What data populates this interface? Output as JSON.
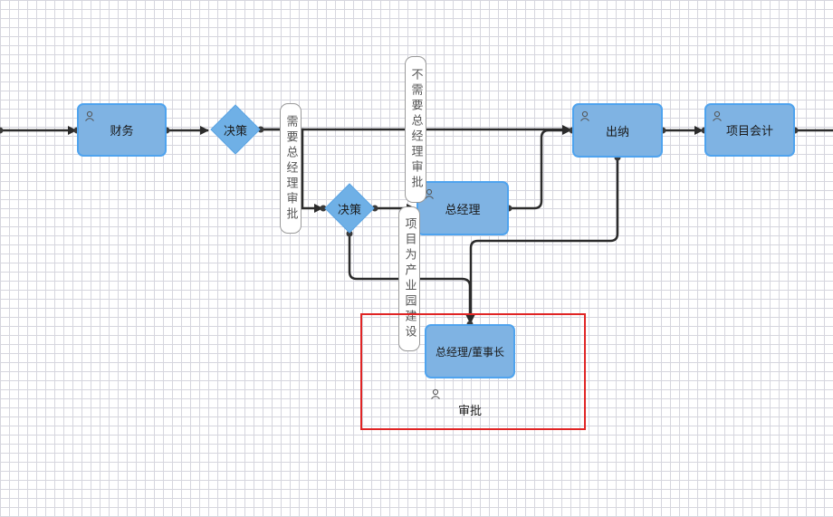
{
  "nodes": {
    "finance": "财务",
    "decision1": "决策",
    "decision2": "决策",
    "cashier": "出纳",
    "project_accountant": "项目会计",
    "general_manager": "总经理",
    "gm_chairman": "总经理/董事长"
  },
  "edge_labels": {
    "needs_gm_approval": "需要总经理审批",
    "no_gm_approval": "不需要总经理审批",
    "industrial_park": "项目为产业园建设"
  },
  "approval_label": "审批",
  "colors": {
    "task_fill": "#7fb3e3",
    "task_border": "#4fa3ee",
    "diamond_fill": "#6fb0e6",
    "edge": "#2b2b2b",
    "selection": "#e02424"
  },
  "icons": [
    "user-icon"
  ]
}
